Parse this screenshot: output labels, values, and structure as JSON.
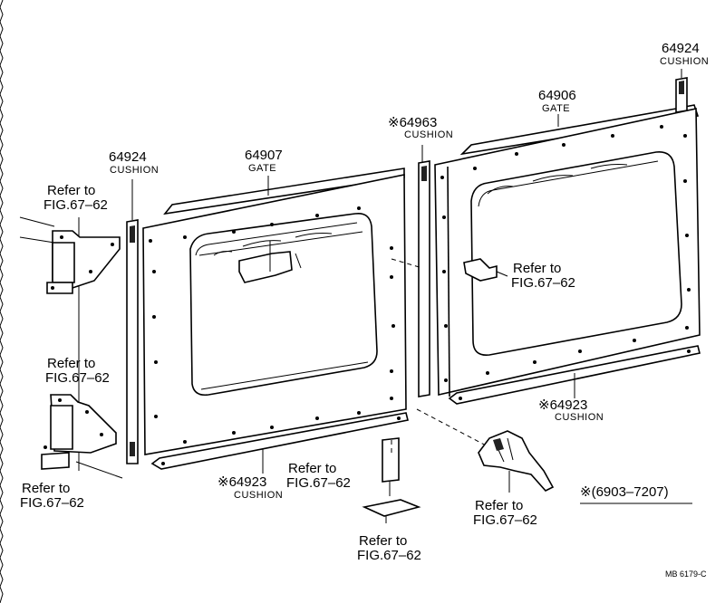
{
  "labels": {
    "cushion_left": {
      "part_no": "64924",
      "name": "CUSHION"
    },
    "gate_left": {
      "part_no": "64907",
      "name": "GATE"
    },
    "cushion_center": {
      "part_no": "※64963",
      "name": "CUSHION"
    },
    "gate_right": {
      "part_no": "64906",
      "name": "GATE"
    },
    "cushion_top_right": {
      "part_no": "64924",
      "name": "CUSHION"
    },
    "cushion_bottom_left": {
      "part_no": "※64923",
      "name": "CUSHION"
    },
    "cushion_bottom_right": {
      "part_no": "※64923",
      "name": "CUSHION"
    }
  },
  "refs": {
    "hinge_upper": {
      "line1": "Refer to",
      "line2": "FIG.67–62"
    },
    "hinge_lower": {
      "line1": "Refer to",
      "line2": "FIG.67–62"
    },
    "latch_small": {
      "line1": "Refer to",
      "line2": "FIG.67–62"
    },
    "striker_top": {
      "line1": "Refer to",
      "line2": "FIG.67–62"
    },
    "striker_base": {
      "line1": "Refer to",
      "line2": "FIG.67–62"
    },
    "handle": {
      "line1": "Refer to",
      "line2": "FIG.67–62"
    },
    "bracket": {
      "line1": "Refer to",
      "line2": "FIG.67–62"
    }
  },
  "note": "※(6903–7207)",
  "figure_code": "MB  6179-C",
  "icons": [
    "gate-panel",
    "cushion-strip",
    "hinge",
    "latch-handle",
    "striker"
  ]
}
